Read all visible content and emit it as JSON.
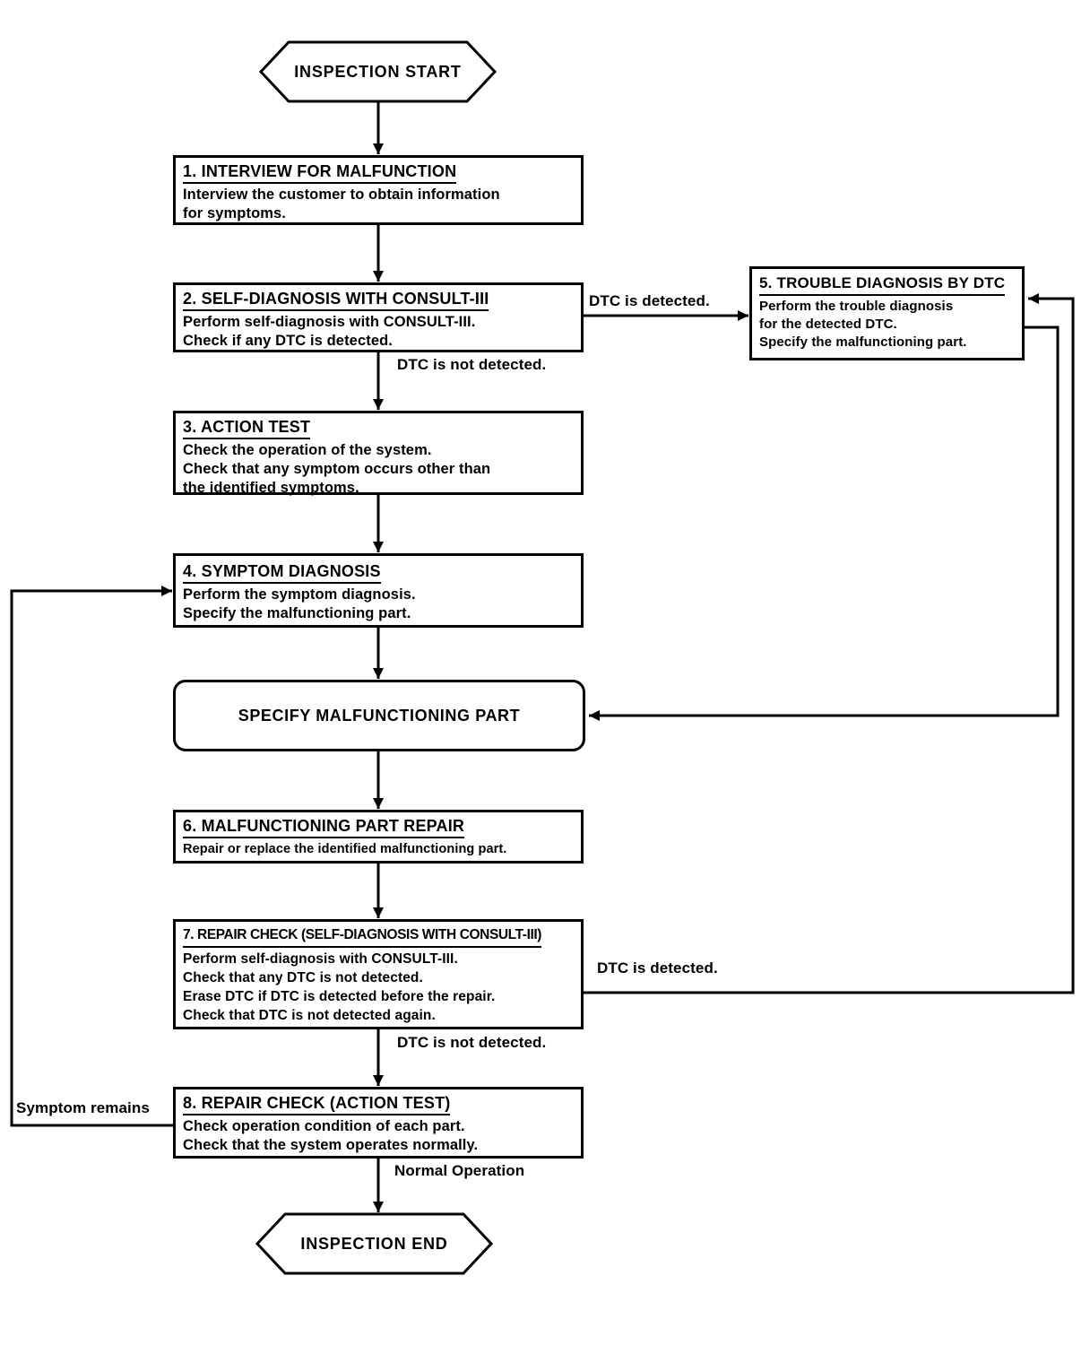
{
  "diagram": {
    "start_label": "INSPECTION START",
    "end_label": "INSPECTION END",
    "specify_label": "SPECIFY MALFUNCTIONING PART",
    "steps": {
      "s1": {
        "title": "1. INTERVIEW FOR MALFUNCTION",
        "body": "Interview the customer to obtain information\nfor symptoms."
      },
      "s2": {
        "title": "2. SELF-DIAGNOSIS WITH CONSULT-III",
        "body": "Perform self-diagnosis with CONSULT-III.\nCheck if any DTC is detected."
      },
      "s3": {
        "title": "3. ACTION TEST",
        "body": "Check the operation of the system.\nCheck that any symptom occurs other than\nthe identified symptoms."
      },
      "s4": {
        "title": "4. SYMPTOM DIAGNOSIS",
        "body": "Perform the symptom diagnosis.\nSpecify the malfunctioning part."
      },
      "s5": {
        "title": "5. TROUBLE DIAGNOSIS BY DTC",
        "body": "Perform the trouble diagnosis\nfor the detected DTC.\nSpecify the malfunctioning part."
      },
      "s6": {
        "title": "6. MALFUNCTIONING PART REPAIR",
        "body": "Repair or replace the identified malfunctioning part."
      },
      "s7": {
        "title": "7. REPAIR CHECK (SELF-DIAGNOSIS WITH CONSULT-III)",
        "body": "Perform self-diagnosis with CONSULT-III.\nCheck that any DTC is not detected.\nErase DTC if DTC is detected before the repair.\nCheck that DTC is not detected again."
      },
      "s8": {
        "title": "8. REPAIR CHECK (ACTION TEST)",
        "body": "Check operation condition of each part.\nCheck that the system operates normally."
      }
    },
    "edge_labels": {
      "dtc_detected_top": "DTC is detected.",
      "dtc_not_detected_top": "DTC is not detected.",
      "dtc_detected_bottom": "DTC is detected.",
      "dtc_not_detected_bottom": "DTC is not detected.",
      "normal_operation": "Normal Operation",
      "symptom_remains": "Symptom remains"
    },
    "colors": {
      "ink": "#000000",
      "background": "#ffffff"
    }
  }
}
